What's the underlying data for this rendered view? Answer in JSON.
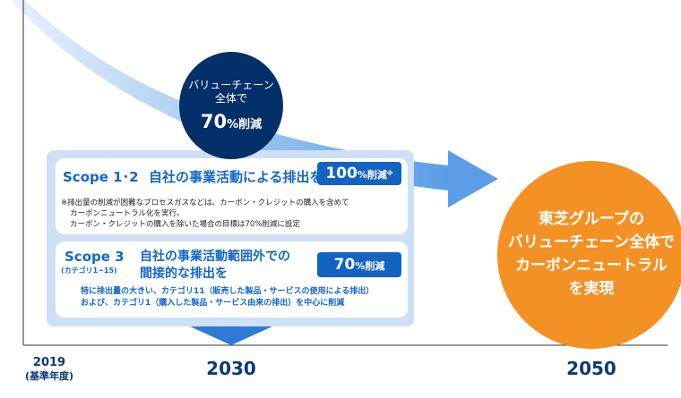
{
  "overall": {
    "line1": "バリューチェーン",
    "line2": "全体で",
    "pct": "70",
    "pct_unit": "%削減"
  },
  "scope12": {
    "title": "Scope 1･2",
    "desc": "自社の事業活動による排出を",
    "badge_num": "100",
    "badge_unit": "%削減",
    "badge_mark": "※",
    "notes": [
      "※排出量の削減が困難なプロセスガスなどは、カーボン・クレジットの購入を含めて",
      "カーボンニュートラル化を実行。",
      "カーボン・クレジットの購入を除いた場合の目標は70%削減に設定"
    ]
  },
  "scope3": {
    "title": "Scope 3",
    "subtitle": "(カテゴリ1~15)",
    "desc_line1": "自社の事業活動範囲外での",
    "desc_line2": "間接的な排出を",
    "badge_num": "70",
    "badge_unit": "%削減",
    "notes": [
      "特に排出量の大きい、カテゴリ11（販売した製品・サービスの使用による排出）",
      "および、カテゴリ1（購入した製品・サービス由来の排出）を中心に削減"
    ]
  },
  "goal": {
    "lines": [
      "東芝グループの",
      "バリューチェーン全体で",
      "カーボンニュートラル",
      "を実現"
    ]
  },
  "axis": {
    "y2019": "2019",
    "y2019_sub": "(基準年度)",
    "y2030": "2030",
    "y2050": "2050"
  },
  "colors": {
    "navy": "#04306a",
    "blue": "#1263c2",
    "orange": "#f39124",
    "panel": "#cde0f6"
  }
}
